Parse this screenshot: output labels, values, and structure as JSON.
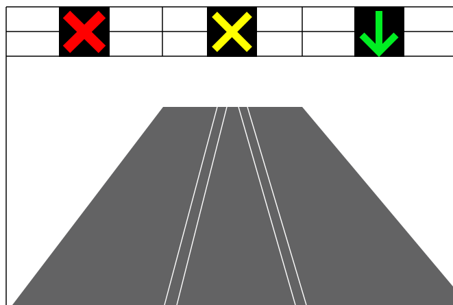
{
  "scene": {
    "background_color": "#ffffff",
    "line_color": "#000000",
    "road_color": "#636364",
    "road_marking_color": "#ffffff",
    "sign_background_color": "#000000"
  },
  "lane_signals": [
    {
      "lane": "left",
      "signal": "lane-closed",
      "icon": "red-x-icon",
      "color": "#ff0000"
    },
    {
      "lane": "center",
      "signal": "lane-caution",
      "icon": "yellow-x-icon",
      "color": "#ffff00"
    },
    {
      "lane": "right",
      "signal": "lane-open",
      "icon": "green-down-arrow-icon",
      "color": "#00ee22"
    }
  ]
}
